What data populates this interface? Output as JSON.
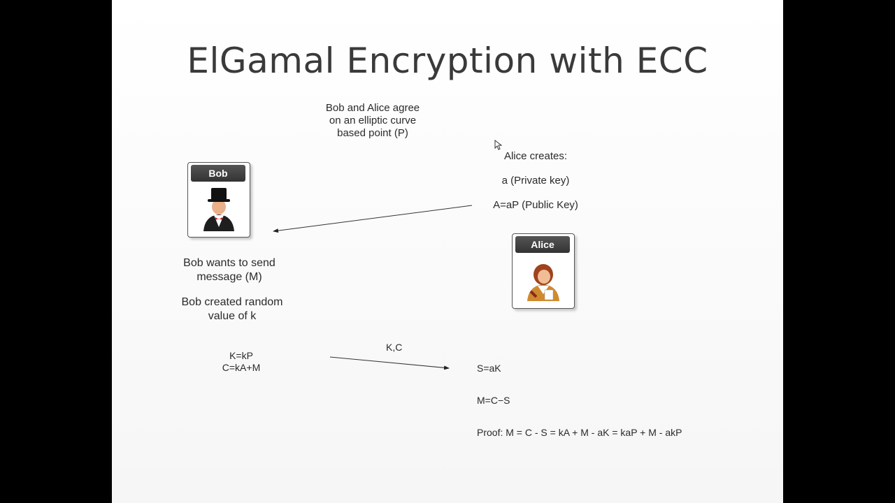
{
  "title": "ElGamal Encryption with ECC",
  "agree": [
    "Bob and Alice agree",
    "on an elliptic curve",
    "based point (P)"
  ],
  "alice_creates": {
    "heading": "Alice creates:",
    "private_key": "a  (Private  key)",
    "public_key": "A=aP (Public Key)"
  },
  "bob_card": {
    "label": "Bob"
  },
  "alice_card": {
    "label": "Alice"
  },
  "bob_wants": [
    "Bob  wants to send",
    "message (M)"
  ],
  "bob_random": [
    "Bob created   random",
    "value of k"
  ],
  "bob_formulas": [
    "K=kP",
    "C=kA+M"
  ],
  "send_label": "K,C",
  "alice_formulas": {
    "s": "S=aK",
    "m": "M=C−S",
    "proof": "Proof: M  = C - S = kA + M - aK = kaP + M - akP"
  },
  "colors": {
    "background": "#ffffff",
    "page_bg": "#000000",
    "card_header": "#3c3c3c"
  },
  "icons": [
    "bob-avatar-icon",
    "alice-avatar-icon",
    "mouse-cursor-icon"
  ]
}
